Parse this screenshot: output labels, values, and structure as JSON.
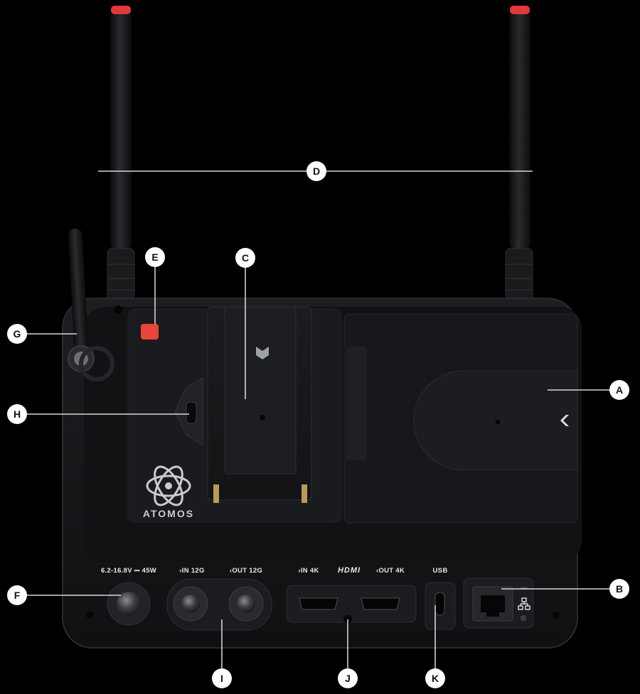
{
  "brand": {
    "name": "ATOMOS"
  },
  "port_labels": {
    "power": "6.2-16.8V ⎓ 45W",
    "sdi_in": "›IN 12G",
    "sdi_out": "‹OUT 12G",
    "hdmi_in": "›IN 4K",
    "hdmi_logo": "HDMI",
    "hdmi_out": "‹OUT 4K",
    "usb": "USB"
  },
  "callouts": [
    "A",
    "B",
    "C",
    "D",
    "E",
    "F",
    "G",
    "H",
    "I",
    "J",
    "K"
  ],
  "colors": {
    "background": "#000000",
    "body": "#141517",
    "antenna_tip": "#e0393b",
    "record_indicator": "#e8453c",
    "callout_fill": "#ffffff"
  },
  "icons": [
    "ethernet-icon",
    "atomos-logo-icon"
  ]
}
